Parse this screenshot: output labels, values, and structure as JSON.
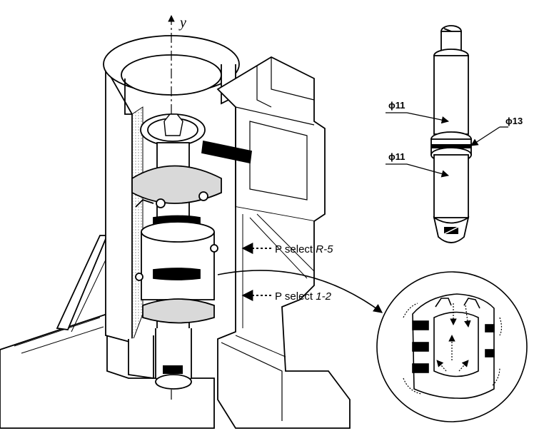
{
  "axis": {
    "label": "y"
  },
  "callouts": {
    "select_upper": {
      "prefix": "P select ",
      "code": "R-5"
    },
    "select_lower": {
      "prefix": "P select ",
      "code": "1-2"
    }
  },
  "shaft": {
    "diam_upper": "ϕ11",
    "diam_collar": "ϕ13",
    "diam_lower": "ϕ11"
  },
  "colors": {
    "ink": "#000000",
    "shade": "#d9d9d9",
    "paper": "#ffffff"
  }
}
